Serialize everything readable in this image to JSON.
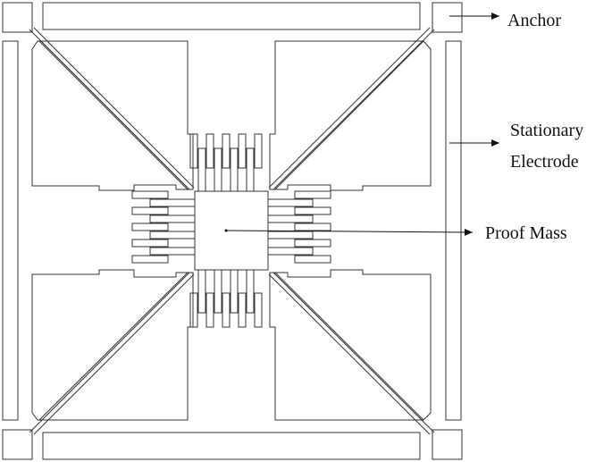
{
  "labels": {
    "anchor": "Anchor",
    "stationary_line1": "Stationary",
    "stationary_line2": "Electrode",
    "proof_mass": "Proof Mass"
  },
  "colors": {
    "stroke": "#333333",
    "text": "#111111",
    "background": "#ffffff"
  }
}
